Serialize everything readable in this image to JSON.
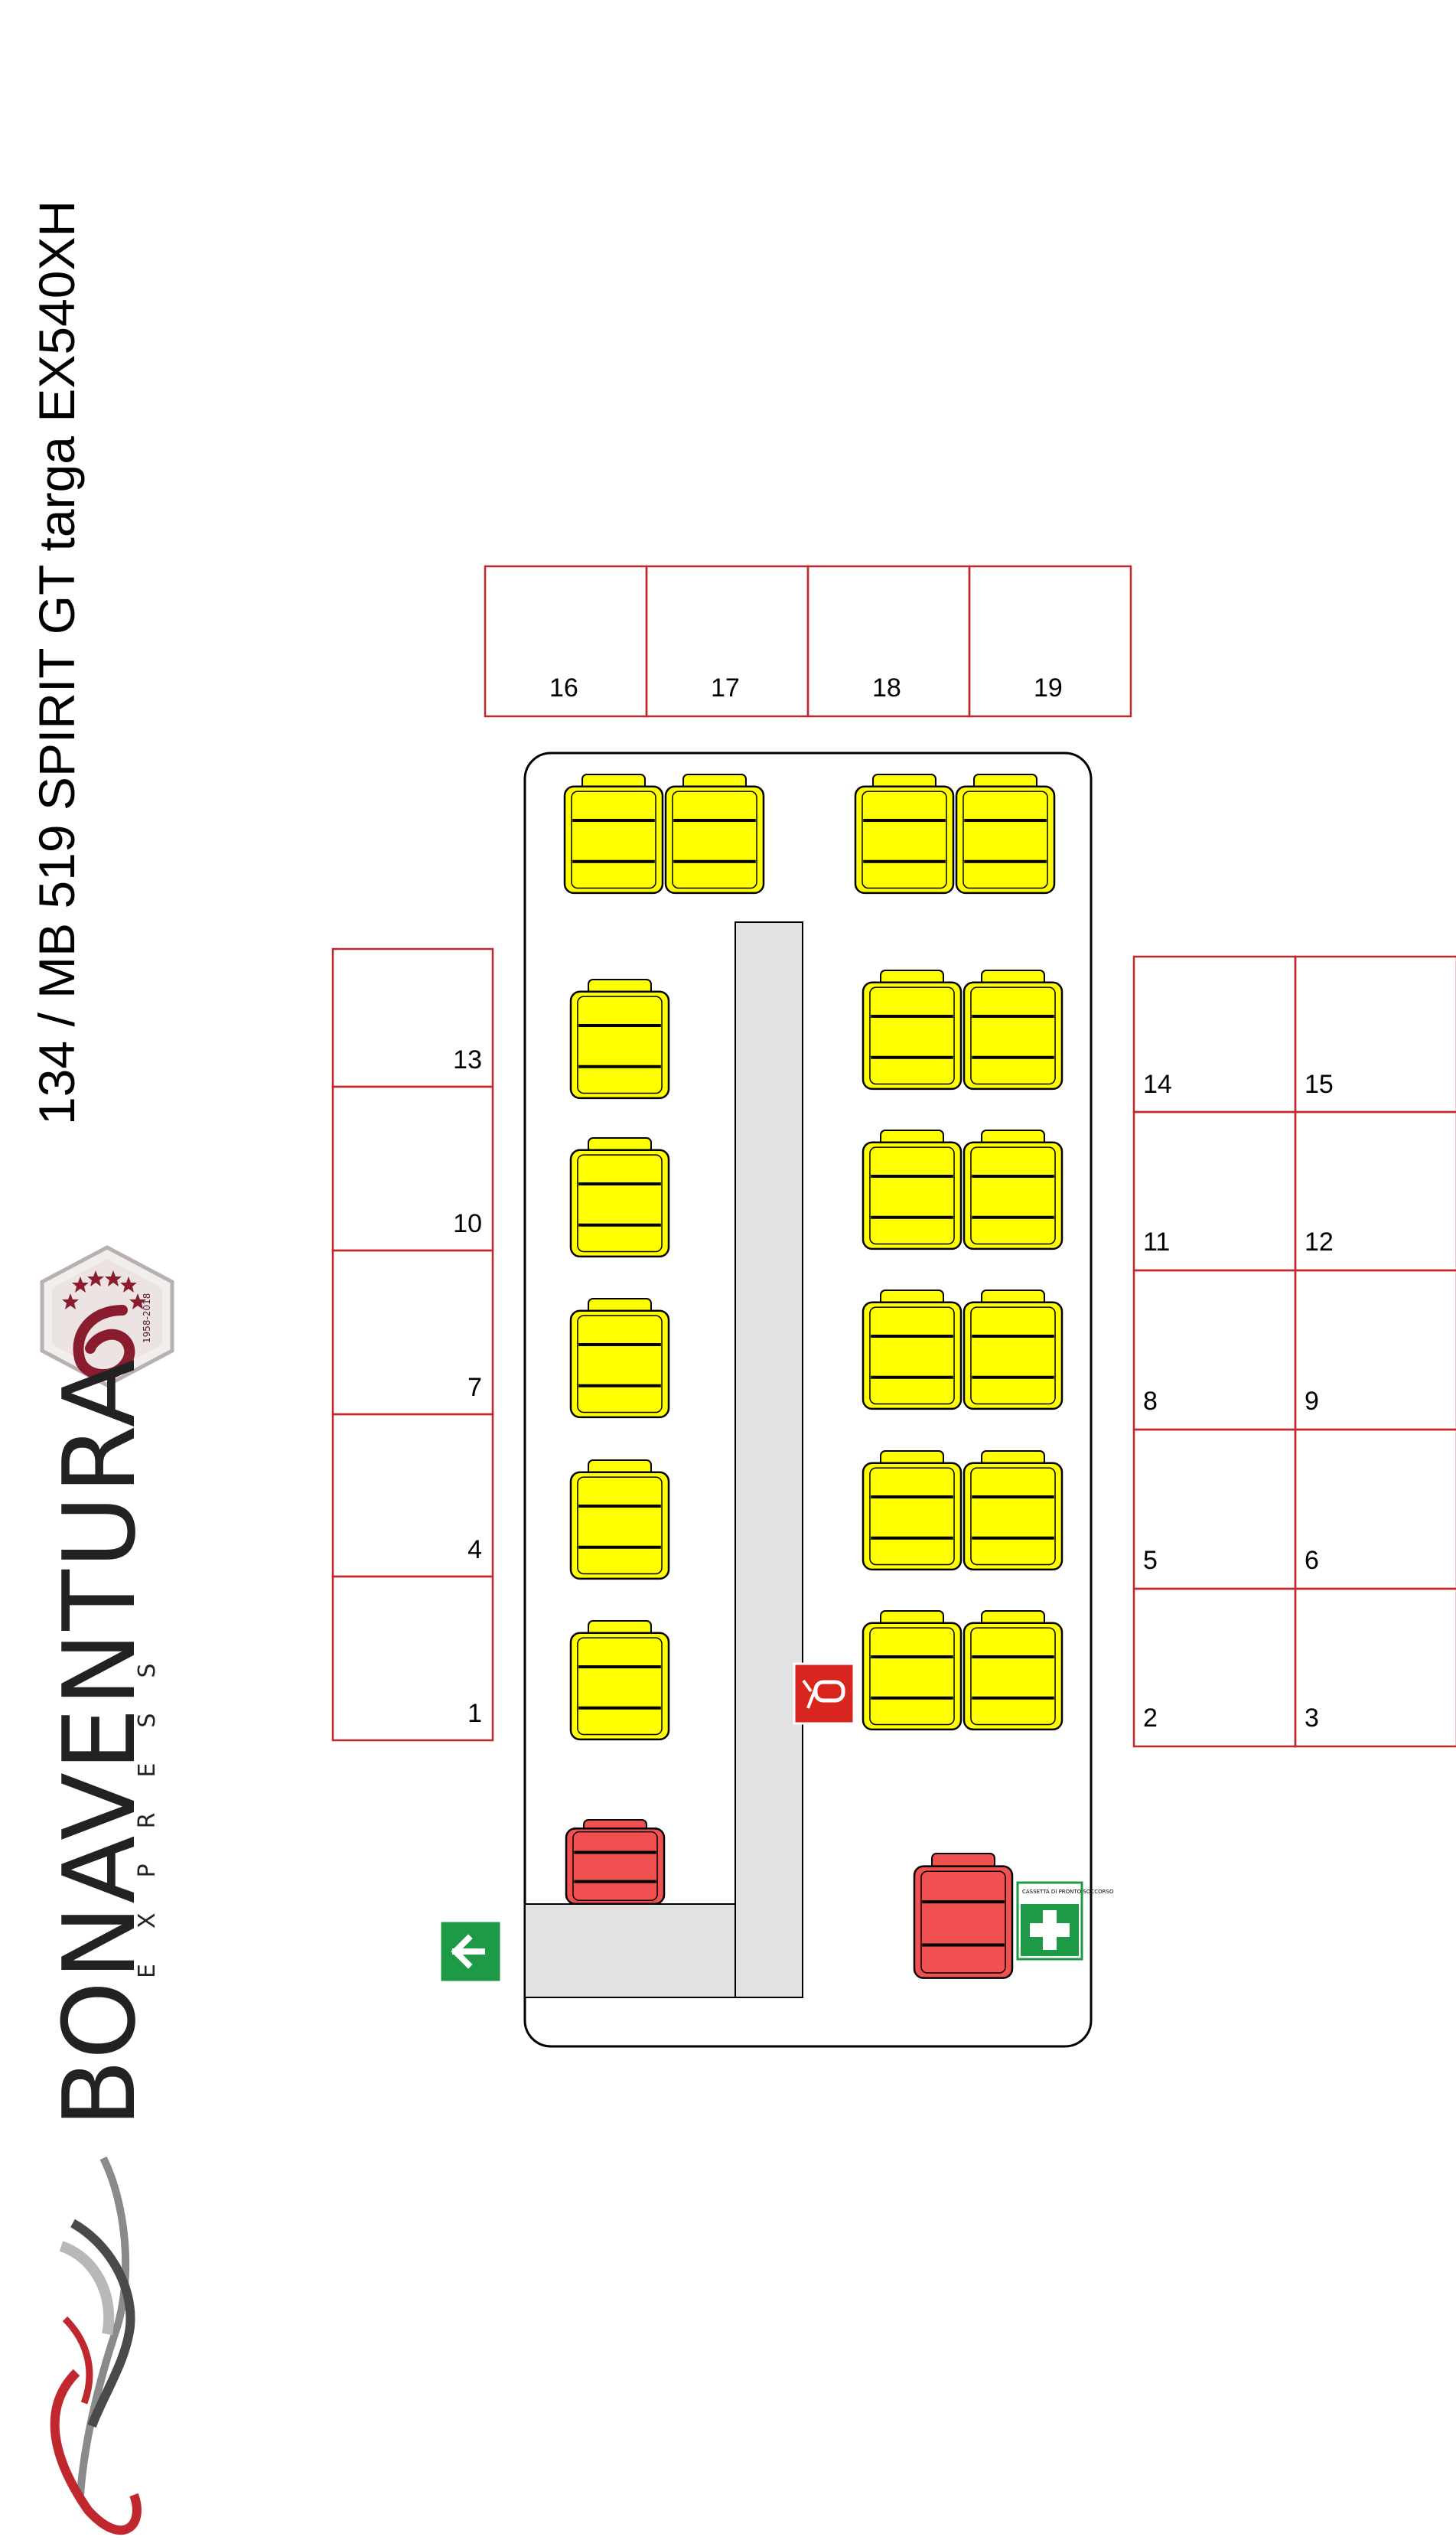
{
  "header": {
    "vehicle_title": "134 / MB 519 SPIRIT GT  targa  EX540XH"
  },
  "brand": {
    "name": "BONAVENTURA",
    "tagline": "EXPRESS",
    "badge_years": "1958-2018",
    "badge_number": "60",
    "colors": {
      "red": "#c0282d",
      "gray": "#8a8a8a",
      "badge_red": "#8a1c2e"
    }
  },
  "seat_map": {
    "rear_row": [
      "16",
      "17",
      "18",
      "19"
    ],
    "left_column": [
      "13",
      "10",
      "7",
      "4",
      "1"
    ],
    "right_column": [
      [
        "14",
        "15"
      ],
      [
        "11",
        "12"
      ],
      [
        "8",
        "9"
      ],
      [
        "5",
        "6"
      ],
      [
        "2",
        "3"
      ]
    ],
    "colors": {
      "passenger_seat": "#ffff00",
      "crew_seat": "#f05050",
      "aisle": "#e2e2e2",
      "box_outline": "#c0282d",
      "exit_sign": "#1e9a46",
      "first_aid_sign": "#1e9a46",
      "extinguisher_sign": "#d8261e"
    }
  },
  "signs": {
    "emergency_exit": "exit-arrow-icon",
    "fire_extinguisher": "fire-extinguisher-icon",
    "first_aid": "first-aid-icon",
    "first_aid_label": "CASSETTA DI PRONTO SOCCORSO"
  }
}
